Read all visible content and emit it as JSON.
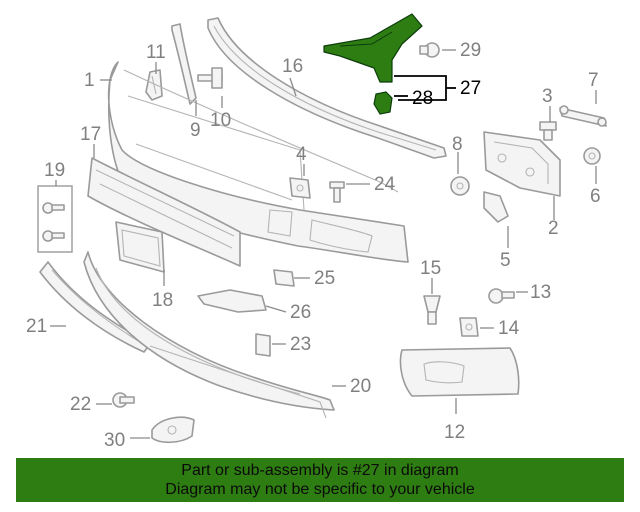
{
  "diagram": {
    "highlight_color": "#2e7d12",
    "highlighted_parts": [
      "27",
      "28"
    ],
    "callouts": [
      "1",
      "2",
      "3",
      "4",
      "5",
      "6",
      "7",
      "8",
      "11",
      "9",
      "10",
      "12",
      "13",
      "14",
      "15",
      "16",
      "17",
      "18",
      "19",
      "20",
      "21",
      "22",
      "23",
      "24",
      "25",
      "26",
      "27",
      "28",
      "29",
      "30"
    ]
  },
  "banner": {
    "line1": "Part or sub-assembly is #27 in diagram",
    "line2": "Diagram may not be specific to your vehicle",
    "background": "#2e7d12"
  }
}
